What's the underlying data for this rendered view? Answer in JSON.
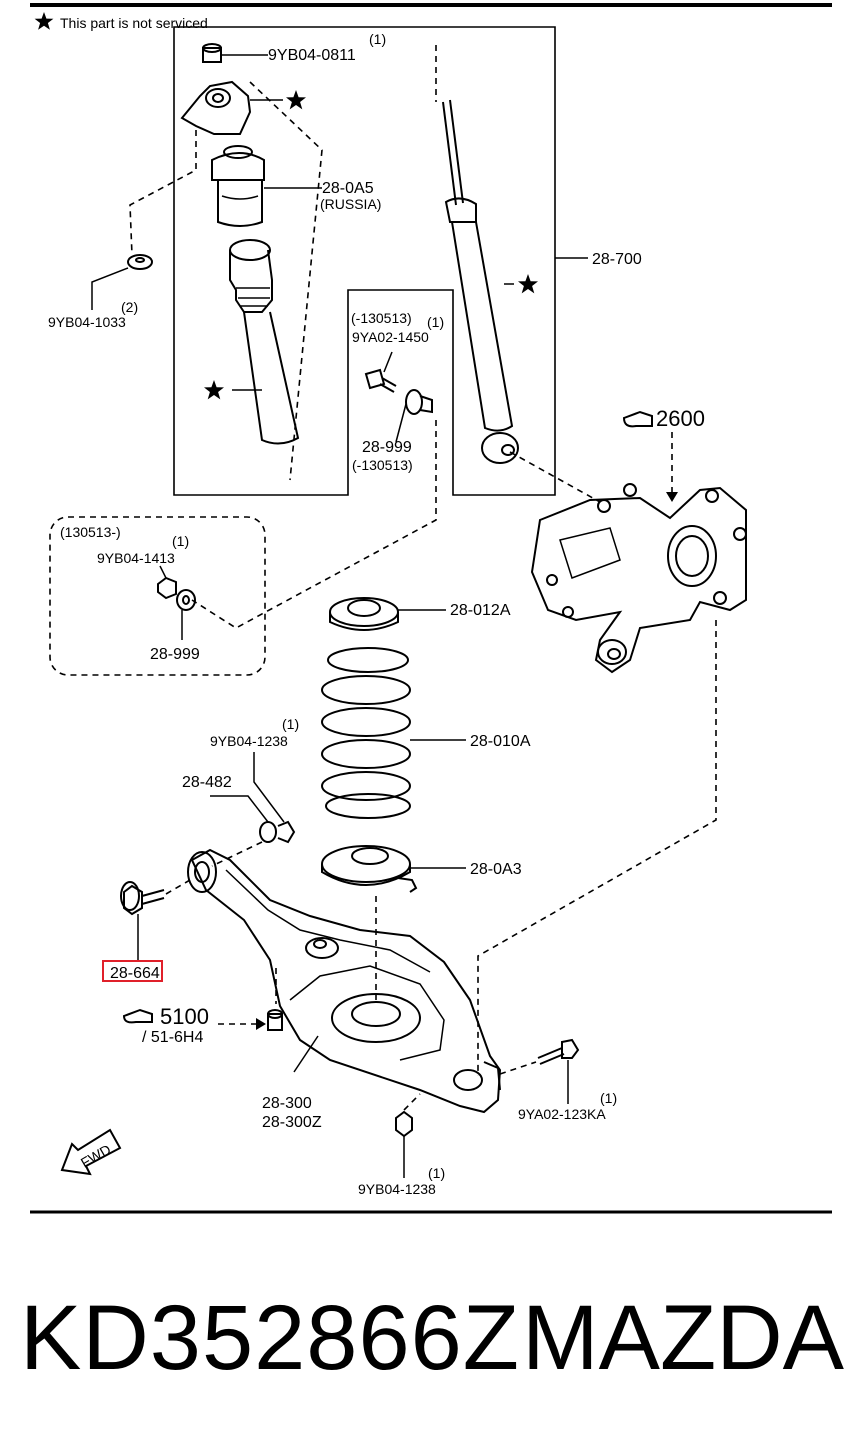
{
  "legend": {
    "note": "This part is not serviced"
  },
  "labels": {
    "nut_top_qty": "(1)",
    "nut_top": "9YB04-0811",
    "bump_stop": "28-0A5",
    "bump_stop_region": "(RUSSIA)",
    "shock": "28-700",
    "washer_qty": "(2)",
    "washer": "9YB04-1033",
    "bolt_range": "(-130513)",
    "bolt_qty": "(1)",
    "bolt": "9YA02-1450",
    "sw_code": "28-999",
    "sw_range": "(-130513)",
    "knuckle_ref": "2600",
    "inset_range": "(130513-)",
    "inset_qty": "(1)",
    "inset_nut": "9YB04-1413",
    "inset_washer": "28-999",
    "upper_seat": "28-012A",
    "spring": "28-010A",
    "nut_mid_qty": "(1)",
    "nut_mid": "9YB04-1238",
    "bush": "28-482",
    "lower_seat": "28-0A3",
    "highlight": "28-664",
    "ref_5100": "5100",
    "ref_5100_sub": "/ 51-6H4",
    "arm": "28-300",
    "arm_z": "28-300Z",
    "bolt_low_qty": "(1)",
    "bolt_low": "9YA02-123KA",
    "nut_low_qty": "(1)",
    "nut_low": "9YB04-1238",
    "fwd": "FWD"
  },
  "footer": {
    "part_number": "KD352866Z",
    "brand": "MAZDA"
  },
  "colors": {
    "highlight": "#e0202a"
  }
}
